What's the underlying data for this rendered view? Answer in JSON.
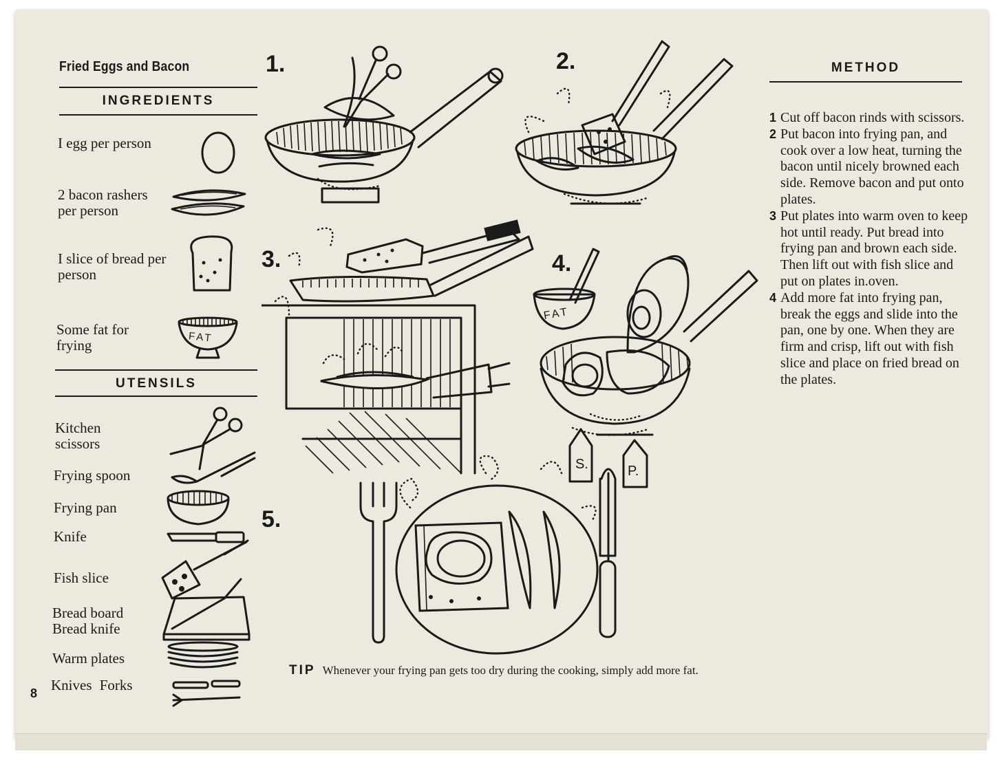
{
  "recipe": {
    "title": "Fried Eggs and Bacon",
    "page_number": "8"
  },
  "ingredients": {
    "heading": "INGREDIENTS",
    "items": [
      {
        "text": "I egg per person",
        "icon": "egg-icon"
      },
      {
        "text": "2 bacon rashers per person",
        "icon": "bacon-icon"
      },
      {
        "text": "I slice of bread per person",
        "icon": "bread-slice-icon"
      },
      {
        "text": "Some fat for frying",
        "icon": "fat-bowl-icon"
      }
    ]
  },
  "utensils": {
    "heading": "UTENSILS",
    "items": [
      {
        "text": "Kitchen scissors",
        "icon": "scissors-icon"
      },
      {
        "text": "Frying spoon",
        "icon": "spoon-icon"
      },
      {
        "text": "Frying pan",
        "icon": "frying-pan-icon"
      },
      {
        "text": "Knife",
        "icon": "knife-icon"
      },
      {
        "text": "Fish slice",
        "icon": "fish-slice-icon"
      },
      {
        "text": "Bread board Bread knife",
        "icon": "bread-board-icon"
      },
      {
        "text": "Warm plates",
        "icon": "plates-icon"
      },
      {
        "text": "Knives Forks",
        "icon": "cutlery-icon"
      }
    ]
  },
  "method": {
    "heading": "METHOD",
    "steps": [
      {
        "num": "1",
        "text": "Cut off bacon rinds with scissors."
      },
      {
        "num": "2",
        "text": "Put bacon into frying pan, and cook over a low heat, turning the bacon until nicely browned each side. Remove bacon and put onto plates."
      },
      {
        "num": "3",
        "text": "Put plates into warm oven to keep hot until ready. Put bread into frying pan and brown each side. Then lift out with fish slice and put on plates in.oven."
      },
      {
        "num": "4",
        "text": "Add more fat into frying pan, break the eggs and slide into the pan, one by one. When they are firm and crisp, lift out with fish slice and place on fried bread on the plates."
      }
    ]
  },
  "illustrations": {
    "step_labels": [
      "1.",
      "2.",
      "3.",
      "4.",
      "5."
    ],
    "fat_label": "FAT",
    "salt_label": "S.",
    "pepper_label": "P."
  },
  "tip": {
    "label": "TIP",
    "text": "Whenever your frying pan gets too dry during the cooking, simply add more fat."
  }
}
